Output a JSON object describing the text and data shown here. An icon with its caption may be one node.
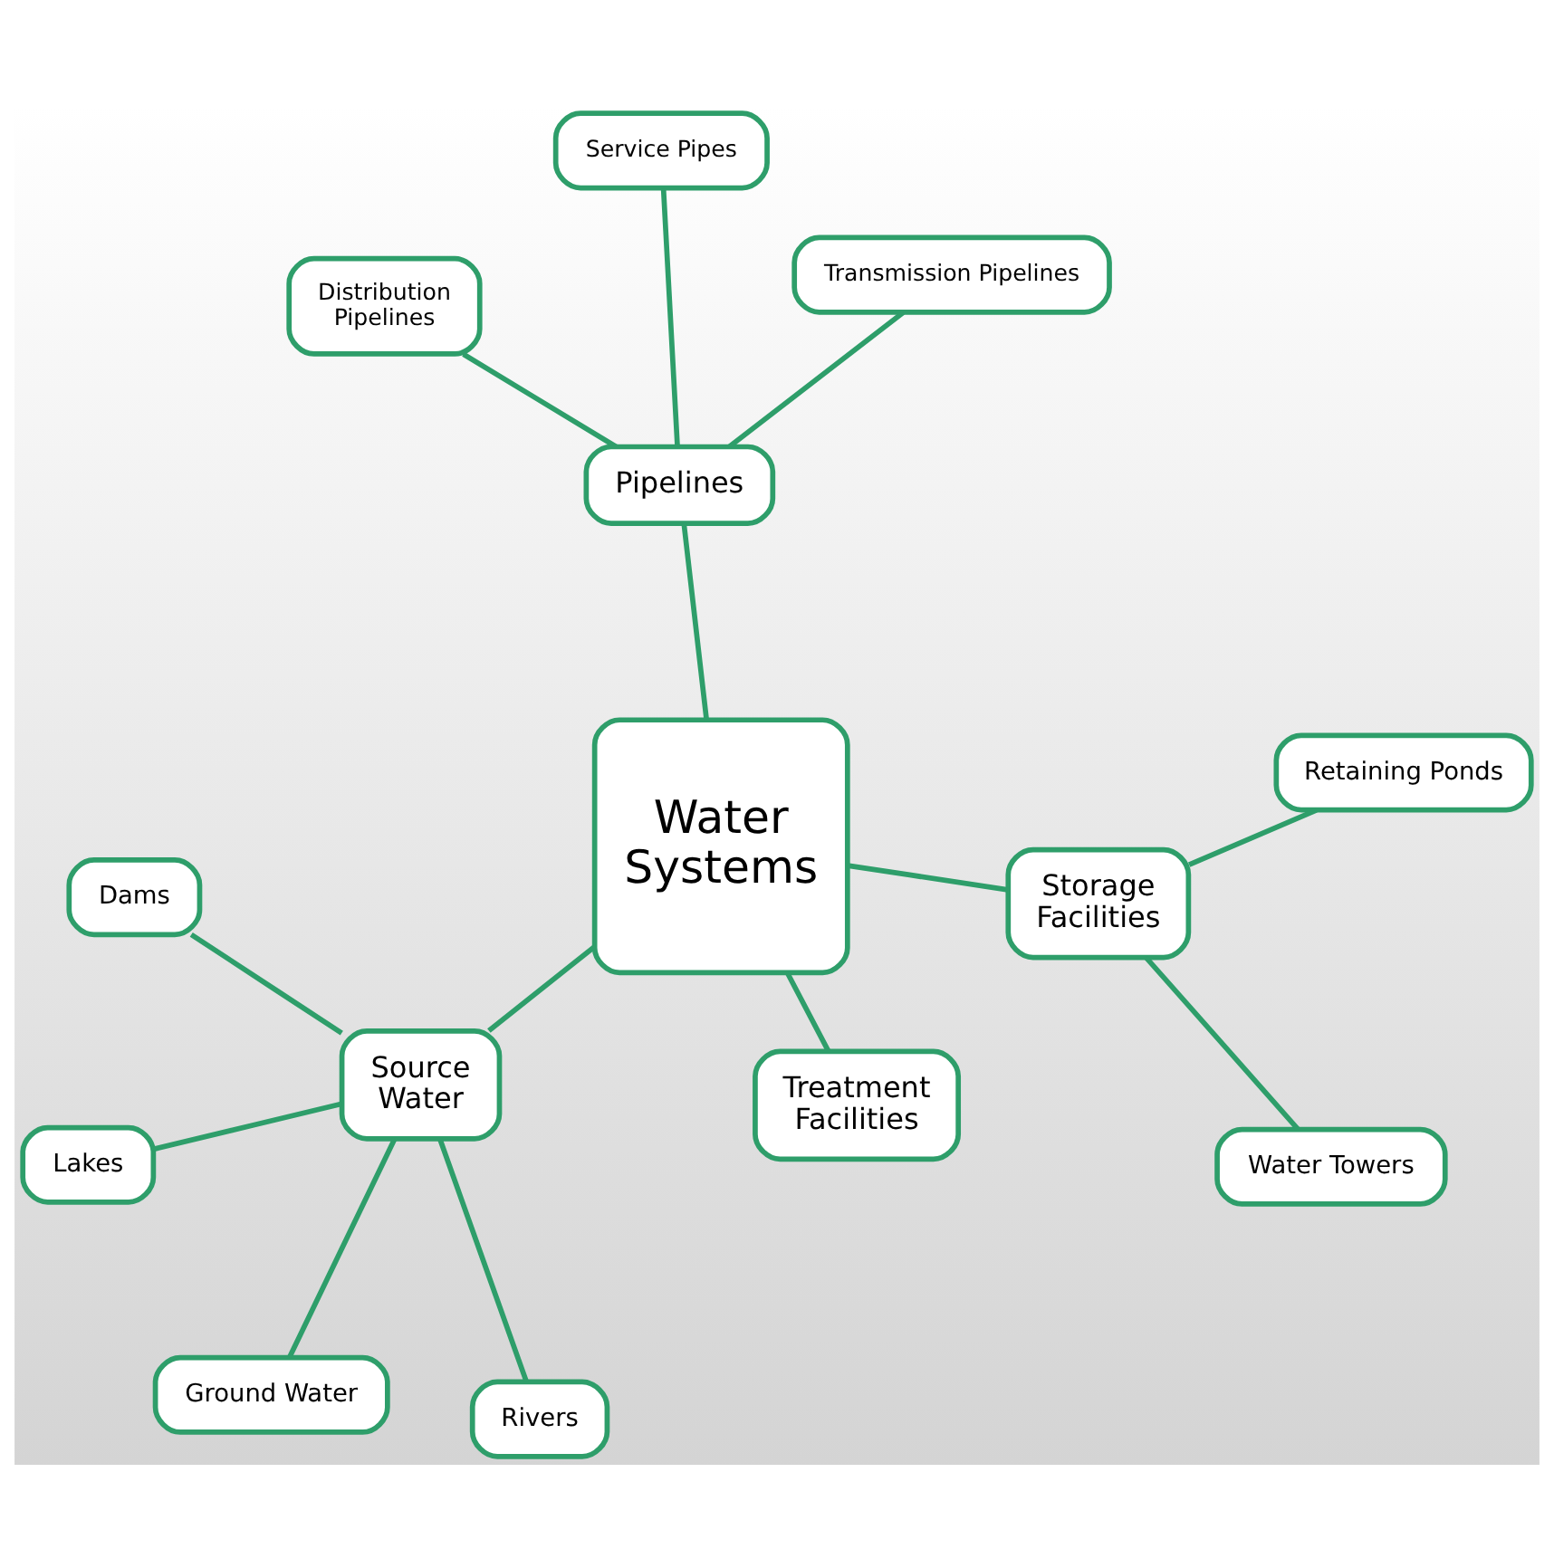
{
  "diagram": {
    "nodes": [
      {
        "text": [
          "Water Systems"
        ]
      },
      {
        "text": [
          "Source Water"
        ]
      },
      {
        "text": [
          "Rivers"
        ]
      },
      {
        "text": [
          "Lakes"
        ]
      },
      {
        "text": [
          "Dams"
        ]
      },
      {
        "text": [
          "Ground Water"
        ]
      },
      {
        "text": [
          "Pipelines"
        ]
      },
      {
        "text": [
          "Service Pipes"
        ]
      },
      {
        "text": [
          "Distribution Pipelines"
        ]
      },
      {
        "text": [
          "Transmission Pipelines"
        ]
      },
      {
        "text": [
          "Treatment Facilities"
        ]
      },
      {
        "text": [
          "Storage Facilities"
        ]
      },
      {
        "text": [
          "Water Towers"
        ]
      },
      {
        "text": [
          "Retaining Ponds"
        ]
      }
    ],
    "edges": [
      {
        "from": 0,
        "to": 1,
        "arrow": "none"
      },
      {
        "from": 1,
        "to": 2,
        "arrow": "none"
      },
      {
        "from": 1,
        "to": 3,
        "arrow": "none"
      },
      {
        "from": 1,
        "to": 4,
        "arrow": "none"
      },
      {
        "from": 1,
        "to": 5,
        "arrow": "none"
      },
      {
        "from": 0,
        "to": 6,
        "arrow": "none"
      },
      {
        "from": 6,
        "to": 7,
        "arrow": "none"
      },
      {
        "from": 6,
        "to": 8,
        "arrow": "none"
      },
      {
        "from": 6,
        "to": 9,
        "arrow": "none"
      },
      {
        "from": 0,
        "to": 10,
        "arrow": "none"
      },
      {
        "from": 0,
        "to": 11,
        "arrow": "none"
      },
      {
        "from": 11,
        "to": 12,
        "arrow": "none"
      },
      {
        "from": 11,
        "to": 13,
        "arrow": "none"
      }
    ]
  }
}
